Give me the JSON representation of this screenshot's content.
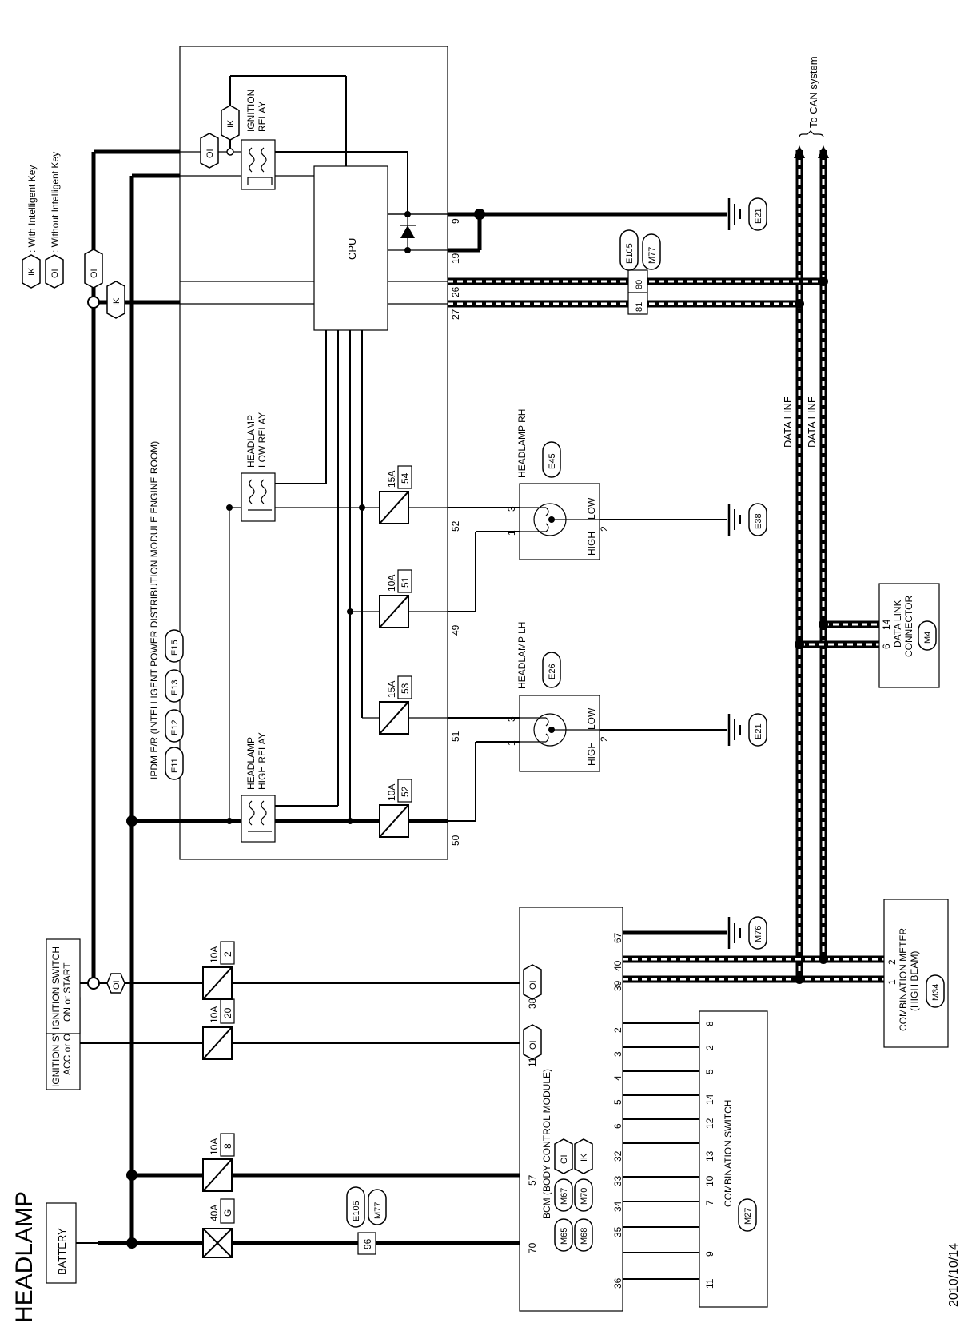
{
  "title": "HEADLAMP",
  "date": "2010/10/14",
  "legend": {
    "ik": "IK",
    "ik_text": ": With Intelligent Key",
    "oi": "OI",
    "oi_text": ": Without Intelligent Key"
  },
  "to_can": "To CAN system",
  "data_line": "DATA LINE",
  "power": {
    "battery": "BATTERY",
    "ign_acc_1": "IGNITION SWITCH",
    "ign_acc_2": "ACC or ON",
    "ign_on_1": "IGNITION SWITCH",
    "ign_on_2": "ON or START"
  },
  "fuses": {
    "f40a": "40A",
    "f40a_id": "G",
    "f10a_8": "10A",
    "f10a_8_id": "8",
    "f10a_20": "10A",
    "f10a_20_id": "20",
    "f10a_2": "10A",
    "f10a_2_id": "2"
  },
  "ipdm": {
    "title": "IPDM E/R (INTELLIGENT POWER DISTRIBUTION MODULE ENGINE ROOM)",
    "conn": [
      "E11",
      "E12",
      "E13",
      "E15"
    ],
    "cpu": "CPU",
    "ign_relay_1": "IGNITION",
    "ign_relay_2": "RELAY",
    "hl_high_1": "HEADLAMP",
    "hl_high_2": "HIGH RELAY",
    "hl_low_1": "HEADLAMP",
    "hl_low_2": "LOW RELAY",
    "fuses": [
      {
        "amp": "10A",
        "id": "52"
      },
      {
        "amp": "15A",
        "id": "53"
      },
      {
        "amp": "10A",
        "id": "51"
      },
      {
        "amp": "15A",
        "id": "54"
      }
    ],
    "pins": {
      "p50": "50",
      "p51": "51",
      "p49": "49",
      "p52": "52",
      "p27": "27",
      "p26": "26",
      "p19": "19",
      "p9": "9"
    }
  },
  "hl_lh": {
    "label": "HEADLAMP LH",
    "conn": "E26",
    "high": "HIGH",
    "low": "LOW",
    "p1": "1",
    "p2": "2",
    "p3": "3"
  },
  "hl_rh": {
    "label": "HEADLAMP RH",
    "conn": "E45",
    "high": "HIGH",
    "low": "LOW",
    "p1": "1",
    "p2": "2",
    "p3": "3"
  },
  "grounds": {
    "e21a": "E21",
    "e38": "E38",
    "e21b": "E21",
    "m76": "M76"
  },
  "jc": {
    "top1": "E105",
    "top2": "M77",
    "p81": "81",
    "p80": "80",
    "bot1": "E105",
    "bot2": "M77",
    "p96": "96"
  },
  "dlc": {
    "line1": "DATA LINK",
    "line2": "CONNECTOR",
    "conn": "M4",
    "p6": "6",
    "p14": "14"
  },
  "meter": {
    "line1": "COMBINATION METER",
    "line2": "(HIGH BEAM)",
    "conn": "M34",
    "p1": "1",
    "p2": "2"
  },
  "bcm": {
    "title": "BCM (BODY CONTROL MODULE)",
    "c1": "M65",
    "c2": "M67",
    "c3": "M68",
    "c4": "M70",
    "p11": "11 :",
    "p38": "38 :",
    "pins": [
      "70",
      "57",
      "36",
      "35",
      "34",
      "33",
      "32",
      "6",
      "5",
      "4",
      "3",
      "2",
      "39",
      "40",
      "67"
    ]
  },
  "cs": {
    "title": "COMBINATION SWITCH",
    "conn": "M27",
    "pins": [
      "11",
      "9",
      "7",
      "10",
      "13",
      "12",
      "14",
      "5",
      "2",
      "8"
    ]
  }
}
